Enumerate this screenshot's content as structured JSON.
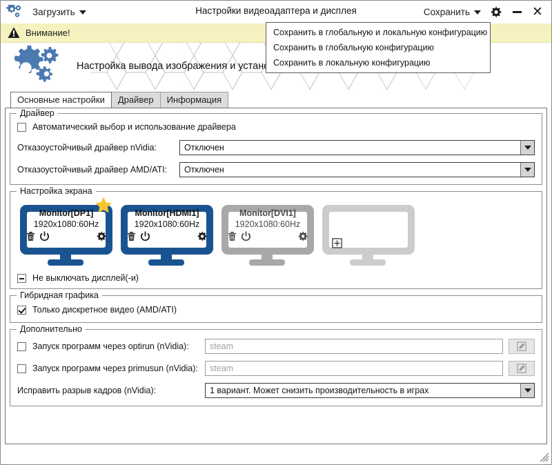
{
  "window": {
    "title": "Настройки видеоадаптера и дисплея",
    "load_button": "Загрузить",
    "save_button": "Сохранить",
    "settings_icon": "gear-icon",
    "minimize_icon": "minimize-icon",
    "close_icon": "close-icon",
    "app_icon": "gears-icon"
  },
  "save_menu": {
    "items": [
      "Сохранить в глобальную и локальную конфигурацию",
      "Сохранить в глобальную конфигурацию",
      "Сохранить в локальную конфигурацию"
    ]
  },
  "warning": {
    "icon": "warning-triangle-icon",
    "text": "Внимание!",
    "background": "#f5f2c0"
  },
  "banner": {
    "logo_icon": "gears-logo-icon",
    "title": "Настройка вывода изображения и установка драйвера видеокарты"
  },
  "tabs": [
    {
      "label": "Основные настройки",
      "active": true
    },
    {
      "label": "Драйвер",
      "active": false
    },
    {
      "label": "Информация",
      "active": false
    }
  ],
  "driver_group": {
    "legend": "Драйвер",
    "auto_checkbox": {
      "label": "Автоматический выбор и использование драйвера",
      "state": "unchecked"
    },
    "nvidia": {
      "label": "Отказоустойчивый драйвер nVidia:",
      "value": "Отключен"
    },
    "amd": {
      "label": "Отказоустойчивый драйвер AMD/ATI:",
      "value": "Отключен"
    }
  },
  "screen_group": {
    "legend": "Настройка экрана",
    "monitors": [
      {
        "name": "Monitor[DP1]",
        "resolution": "1920x1080:60Hz",
        "color": "#1a5490",
        "primary": true,
        "star_color": "#f5c430",
        "icons": [
          "trash-icon",
          "power-icon",
          "gear-icon"
        ]
      },
      {
        "name": "Monitor[HDMI1]",
        "resolution": "1920x1080:60Hz",
        "color": "#1a5490",
        "primary": false,
        "icons": [
          "trash-icon",
          "power-icon",
          "gear-icon"
        ]
      },
      {
        "name": "Monitor[DVI1]",
        "resolution": "1920x1080:60Hz",
        "color": "#a8a8a8",
        "primary": false,
        "icons": [
          "trash-icon",
          "power-icon",
          "gear-icon"
        ]
      }
    ],
    "add_slot": {
      "icon": "plus-box-icon",
      "color": "#cccccc"
    },
    "keep_on_checkbox": {
      "label": "Не выключать дисплей(-и)",
      "state": "indeterminate"
    }
  },
  "hybrid_group": {
    "legend": "Гибридная графика",
    "discrete_checkbox": {
      "label": "Только дискретное видео (AMD/ATI)",
      "state": "checked"
    }
  },
  "extra_group": {
    "legend": "Дополнительно",
    "optirun": {
      "label": "Запуск программ через optirun (nVidia):",
      "state": "unchecked",
      "placeholder": "steam",
      "value": "",
      "edit_icon": "edit-pencil-icon"
    },
    "primusun": {
      "label": "Запуск программ через primusun (nVidia):",
      "state": "unchecked",
      "placeholder": "steam",
      "value": "",
      "edit_icon": "edit-pencil-icon"
    },
    "tearing": {
      "label": "Исправить разрыв кадров (nVidia):",
      "value": "1 вариант. Может снизить производительность в играх"
    }
  },
  "resize_grip": "resize-grip-icon"
}
